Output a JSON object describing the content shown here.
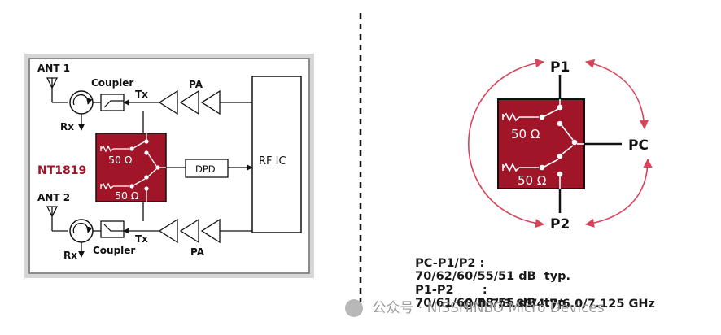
{
  "left_block": {
    "chip_name": "NT1819",
    "ant1": "ANT 1",
    "ant2": "ANT 2",
    "coupler_top": "Coupler",
    "coupler_bottom": "Coupler",
    "rx_top": "Rx",
    "rx_bottom": "Rx",
    "tx_top": "Tx",
    "tx_bottom": "Tx",
    "pa_top": "PA",
    "pa_bottom": "PA",
    "dpd": "DPD",
    "rfic": "RF IC",
    "ohm_top": "50 Ω",
    "ohm_bottom": "50 Ω"
  },
  "right_block": {
    "p1": "P1",
    "p2": "P2",
    "pc": "PC",
    "ohm_top": "50 Ω",
    "ohm_bottom": "50 Ω"
  },
  "specs": [
    {
      "label": "PC-P1/P2 :",
      "value": "70/62/60/55/51 dB  typ."
    },
    {
      "label": "P1-P2       :",
      "value": "70/61/60/58/55 dB  typ."
    }
  ],
  "frequencies": "@ 0.7/3.85/4.7/6.0/7.125 GHz",
  "watermark": "公众号 · NISSHINBO Micro Devices",
  "colors": {
    "chip": "#a01528",
    "arrow": "#d9435a",
    "frame": "#8c8c8c"
  }
}
